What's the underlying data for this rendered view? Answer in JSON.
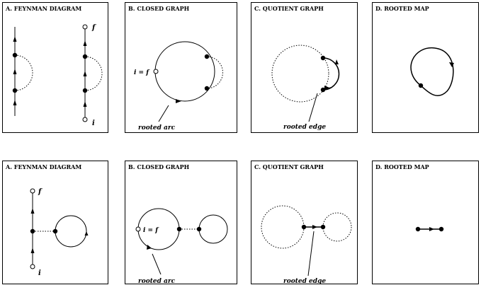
{
  "rows": [
    {
      "panels": [
        {
          "title": "A. FEYNMAN DIAGRAM",
          "labels": {
            "final": "f",
            "initial": "i"
          }
        },
        {
          "title": "B. CLOSED GRAPH",
          "labels": {
            "vertex": "i = f",
            "arc": "rooted arc"
          }
        },
        {
          "title": "C. QUOTIENT GRAPH",
          "labels": {
            "edge": "rooted edge"
          }
        },
        {
          "title": "D. ROOTED MAP",
          "labels": {}
        }
      ]
    },
    {
      "panels": [
        {
          "title": "A. FEYNMAN DIAGRAM",
          "labels": {
            "final": "f",
            "initial": "i"
          }
        },
        {
          "title": "B. CLOSED GRAPH",
          "labels": {
            "vertex": "i = f",
            "arc": "rooted arc"
          }
        },
        {
          "title": "C. QUOTIENT GRAPH",
          "labels": {
            "edge": "rooted edge"
          }
        },
        {
          "title": "D. ROOTED MAP",
          "labels": {}
        }
      ]
    }
  ]
}
